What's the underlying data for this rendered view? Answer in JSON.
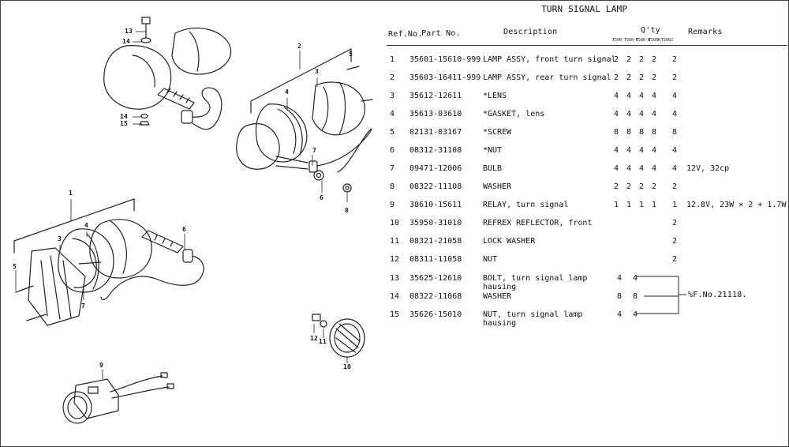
{
  "title": "TURN SIGNAL LAMP",
  "headers": {
    "ref_no": "Ref.No.",
    "part_no": "Part No.",
    "description": "Description",
    "qty": "Q'ty",
    "remarks": "Remarks",
    "models": [
      "T500",
      "T500-Ⅱ",
      "T500-Ⅲ",
      "T500R",
      "T500J"
    ]
  },
  "rows": [
    {
      "ref": "1",
      "part": "35601-15610-999",
      "desc": "LAMP ASSY, front turn signal",
      "qty": [
        "2",
        "2",
        "2",
        "2",
        "2"
      ],
      "remarks": ""
    },
    {
      "ref": "2",
      "part": "35603-16411-999",
      "desc": "LAMP ASSY, rear turn signal",
      "qty": [
        "2",
        "2",
        "2",
        "2",
        "2"
      ],
      "remarks": ""
    },
    {
      "ref": "3",
      "part": "35612-12611",
      "desc": "*LENS",
      "qty": [
        "4",
        "4",
        "4",
        "4",
        "4"
      ],
      "remarks": ""
    },
    {
      "ref": "4",
      "part": "35613-03610",
      "desc": "*GASKET, lens",
      "qty": [
        "4",
        "4",
        "4",
        "4",
        "4"
      ],
      "remarks": ""
    },
    {
      "ref": "5",
      "part": "02131-03167",
      "desc": "*SCREW",
      "qty": [
        "8",
        "8",
        "8",
        "8",
        "8"
      ],
      "remarks": ""
    },
    {
      "ref": "6",
      "part": "08312-31108",
      "desc": "*NUT",
      "qty": [
        "4",
        "4",
        "4",
        "4",
        "4"
      ],
      "remarks": ""
    },
    {
      "ref": "7",
      "part": "09471-12006",
      "desc": "BULB",
      "qty": [
        "4",
        "4",
        "4",
        "4",
        "4"
      ],
      "remarks": "12V, 32cp"
    },
    {
      "ref": "8",
      "part": "08322-11108",
      "desc": "WASHER",
      "qty": [
        "2",
        "2",
        "2",
        "2",
        "2"
      ],
      "remarks": ""
    },
    {
      "ref": "9",
      "part": "38610-15611",
      "desc": "RELAY, turn signal",
      "qty": [
        "1",
        "1",
        "1",
        "1",
        "1"
      ],
      "remarks": "12.8V, 23W × 2 + 1.7W"
    },
    {
      "ref": "10",
      "part": "35950-31010",
      "desc": "REFREX REFLECTOR, front",
      "qty": [
        "",
        "",
        "",
        "",
        "2"
      ],
      "remarks": ""
    },
    {
      "ref": "11",
      "part": "08321-21058",
      "desc": "LOCK WASHER",
      "qty": [
        "",
        "",
        "",
        "",
        "2"
      ],
      "remarks": ""
    },
    {
      "ref": "12",
      "part": "08311-11058",
      "desc": "NUT",
      "qty": [
        "",
        "",
        "",
        "",
        "2"
      ],
      "remarks": ""
    },
    {
      "ref": "13",
      "part": "35625-12610",
      "desc": "BOLT, turn signal lamp hausing",
      "qty": [
        "4",
        "4",
        "",
        "",
        ""
      ],
      "remarks": ""
    },
    {
      "ref": "14",
      "part": "08322-11068",
      "desc": "WASHER",
      "qty": [
        "8",
        "8",
        "",
        "",
        ""
      ],
      "remarks": ""
    },
    {
      "ref": "15",
      "part": "35626-15010",
      "desc": "NUT, turn signal lamp hausing",
      "qty": [
        "4",
        "4",
        "",
        "",
        ""
      ],
      "remarks": ""
    }
  ],
  "bracket_remark": "%F.No.21118.",
  "callouts": [
    "1",
    "2",
    "3",
    "4",
    "5",
    "6",
    "7",
    "8",
    "9",
    "10",
    "11",
    "12",
    "13",
    "14",
    "15"
  ]
}
